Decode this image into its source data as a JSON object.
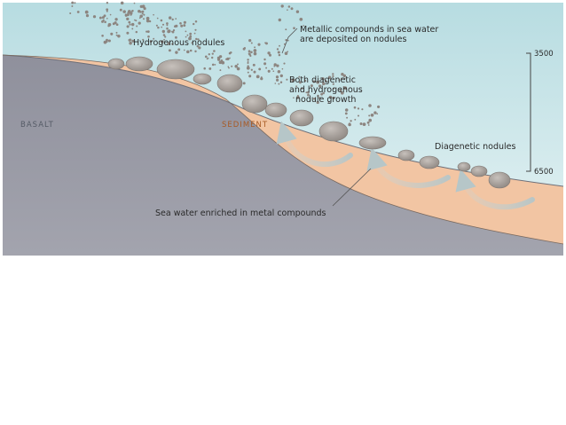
{
  "labels": {
    "hydrogenous": "Hydrogenous nodules",
    "metallic_line1": "Metallic compounds in sea water",
    "metallic_line2": "are deposited on nodules",
    "both_line1": "Both diagenetic",
    "both_line2": "and hydrogenous",
    "both_line3": "nodule growth",
    "basalt": "BASALT",
    "sediment": "SEDIMENT",
    "diagenetic": "Diagenetic nodules",
    "seawater": "Sea water enriched in metal compounds"
  },
  "depth_scale": {
    "top": "3500",
    "bottom": "6500"
  },
  "colors": {
    "water_top": "#b9dde2",
    "water_bottom": "#e7f4f5",
    "sediment": "#f2c6a4",
    "basalt": "#9a9ba6",
    "nodule": "#a59e99",
    "arrow": "#c6d3d4"
  }
}
